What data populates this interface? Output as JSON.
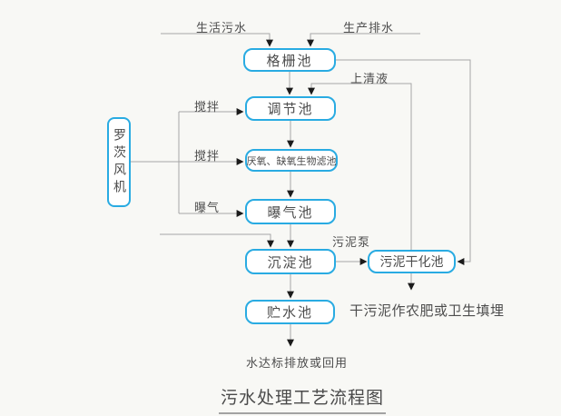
{
  "title": "污水处理工艺流程图",
  "nodes": {
    "grid_tank": "格栅池",
    "regulation_tank": "调节池",
    "biofilter_tank": "厌氧、缺氧生物滤池",
    "aeration_tank": "曝气池",
    "sedimentation_tank": "沉淀池",
    "storage_tank": "贮水池",
    "sludge_drying_tank": "污泥干化池",
    "roots_blower": "罗茨风机"
  },
  "edge_labels": {
    "domestic_sewage": "生活污水",
    "production_drainage": "生产排水",
    "supernatant": "上清液",
    "stirring_1": "搅拌",
    "stirring_2": "搅拌",
    "aeration": "曝气",
    "sludge_pump": "污泥泵"
  },
  "outputs": {
    "dry_sludge": "干污泥作农肥或卫生填埋",
    "treated_water": "水达标排放或回用"
  },
  "colors": {
    "node_border": "#29abe2",
    "node_fill": "#ffffff",
    "connector": "#a6a6a6",
    "arrowhead": "#1b1b1b",
    "text": "#4d4d4d",
    "background": "#f8f8f5"
  }
}
